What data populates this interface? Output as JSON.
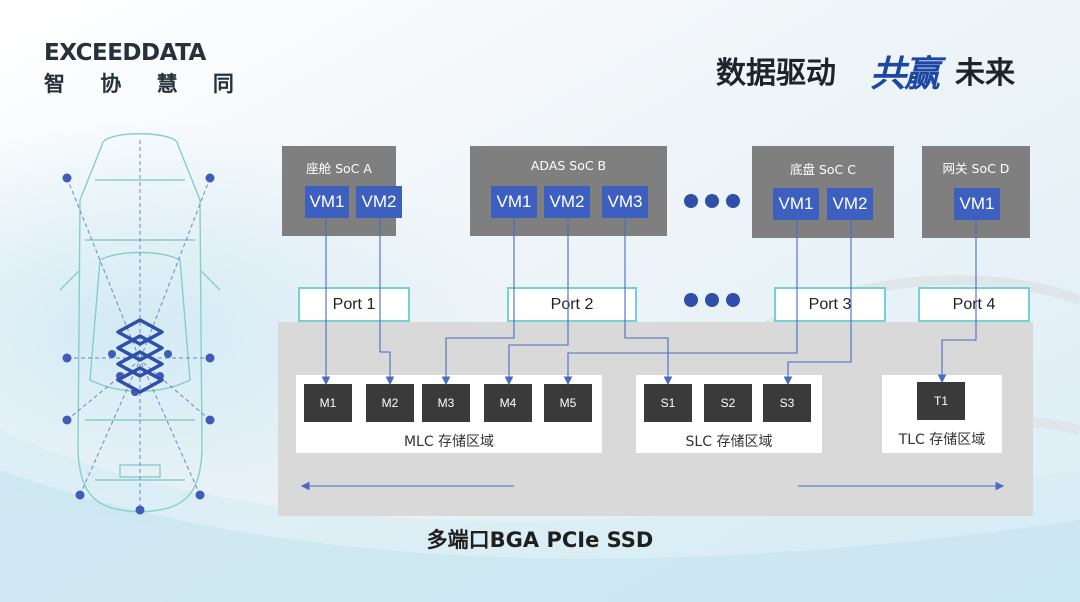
{
  "branding": {
    "logo_en": "EXCEEDDATA",
    "logo_cn": "智 协 慧 同"
  },
  "slogan": {
    "part1": "数据驱动",
    "part2": "共赢",
    "part3": "未来"
  },
  "socs": [
    {
      "title": "座舱 SoC A",
      "vms": [
        "VM1",
        "VM2"
      ]
    },
    {
      "title": "ADAS SoC B",
      "vms": [
        "VM1",
        "VM2",
        "VM3"
      ]
    },
    {
      "title": "底盘 SoC C",
      "vms": [
        "VM1",
        "VM2"
      ]
    },
    {
      "title": "网关 SoC D",
      "vms": [
        "VM1"
      ]
    }
  ],
  "ports": [
    "Port 1",
    "Port 2",
    "Port 3",
    "Port 4"
  ],
  "regions": [
    {
      "label": "MLC 存储区域",
      "blocks": [
        "M1",
        "M2",
        "M3",
        "M4",
        "M5"
      ]
    },
    {
      "label": "SLC 存储区域",
      "blocks": [
        "S1",
        "S2",
        "S3"
      ]
    },
    {
      "label": "TLC 存储区域",
      "blocks": [
        "T1"
      ]
    }
  ],
  "caption": "多端口BGA PCIe SSD",
  "colors": {
    "vm": "#3d5fbf",
    "soc": "#7f7f7f",
    "port_border": "#77d1cf",
    "block": "#3a3a3a",
    "ssd": "#d9d9d9",
    "wire": "#4a6cc3",
    "ellipsis_dot": "#2f4fa8"
  }
}
